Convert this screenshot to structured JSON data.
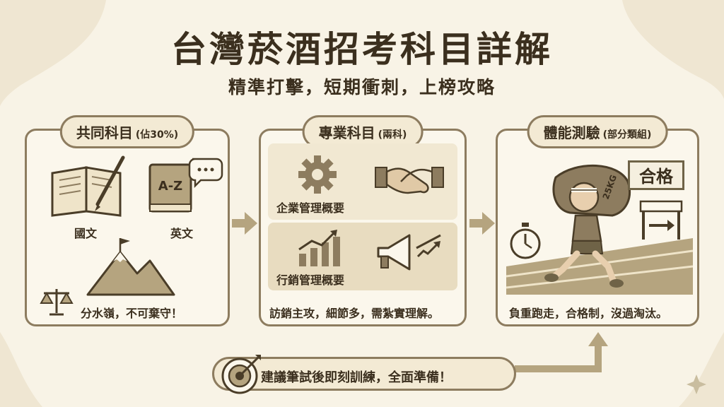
{
  "title": "台灣菸酒招考科目詳解",
  "subtitle": "精準打擊，短期衝刺，上榜攻略",
  "colors": {
    "background": "#f8f3e6",
    "border": "#8d7c5f",
    "accent": "#8d7c5f",
    "highlight": "#e8dcc0",
    "text": "#3b2f1e"
  },
  "common": {
    "header": "共同科目",
    "header_sub": "(佔30%)",
    "items": [
      {
        "label": "國文",
        "icon": "book-pen-icon"
      },
      {
        "label": "英文",
        "icon": "a-z-book-icon"
      }
    ],
    "icon_text": "A-Z",
    "caption": "分水嶺，不可棄守！"
  },
  "major": {
    "header": "專業科目",
    "header_sub": "(兩科)",
    "items": [
      {
        "label": "企業管理概要",
        "icon": "gear-icon"
      },
      {
        "label": "行銷管理概要",
        "icon": "growth-chart-icon"
      }
    ],
    "caption": "訪銷主攻，細節多，需紮實理解。"
  },
  "physical": {
    "header": "體能測驗",
    "header_sub": "(部分類組)",
    "bag_label": "25KG",
    "stamp": "合格",
    "caption": "負重跑走，合格制，沒過淘汰。"
  },
  "bottom_banner": "建議筆試後即刻訓練，全面準備！"
}
